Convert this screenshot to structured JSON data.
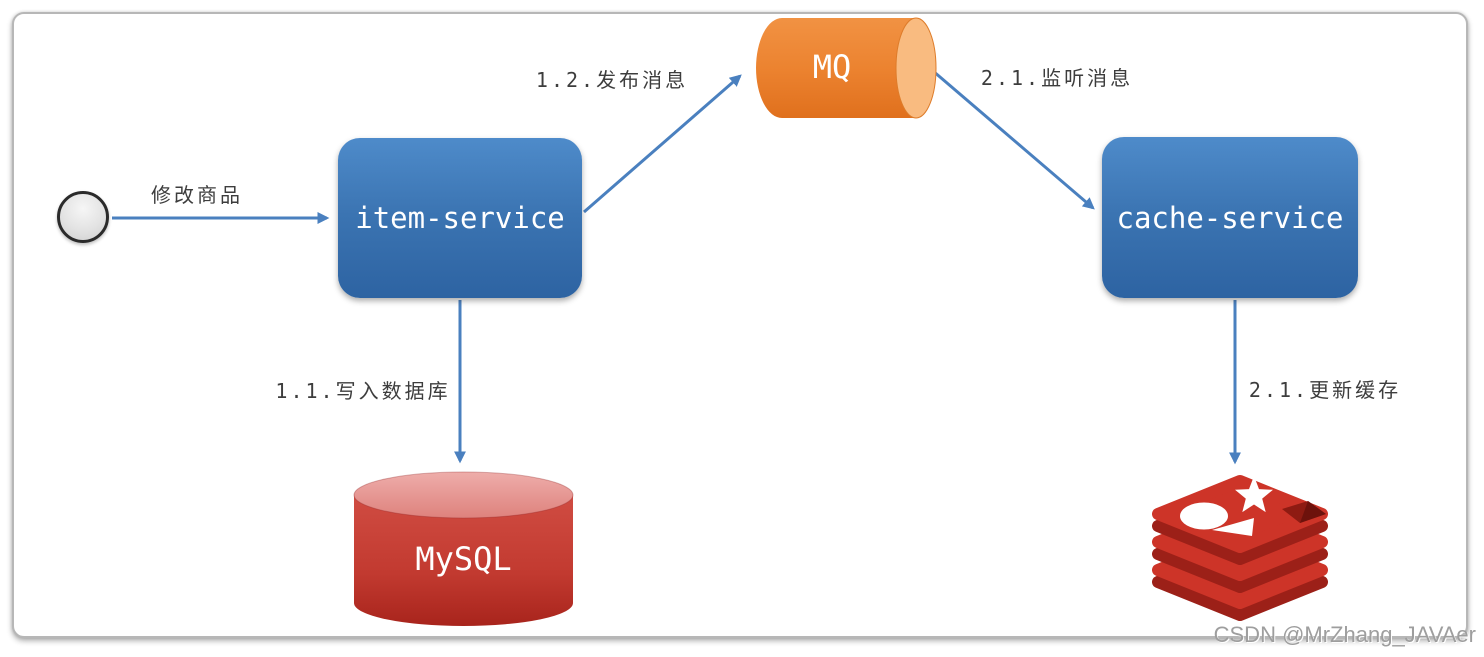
{
  "diagram": {
    "nodes": {
      "start": {
        "type": "start-circle"
      },
      "item_service": {
        "label": "item-service"
      },
      "mq": {
        "label": "MQ"
      },
      "cache_service": {
        "label": "cache-service"
      },
      "mysql": {
        "label": "MySQL"
      },
      "redis": {
        "icon": "redis-logo"
      }
    },
    "edges": [
      {
        "label": "修改商品",
        "from": "start",
        "to": "item_service"
      },
      {
        "label": "1.1.写入数据库",
        "from": "item_service",
        "to": "mysql"
      },
      {
        "label": "1.2.发布消息",
        "from": "item_service",
        "to": "mq"
      },
      {
        "label": "2.1.监听消息",
        "from": "mq",
        "to": "cache_service"
      },
      {
        "label": "2.1.更新缓存",
        "from": "cache_service",
        "to": "redis"
      }
    ],
    "colors": {
      "arrow_blue": "#4a80bf",
      "service_blue": "#3b74b2",
      "mq_orange": "#ed852f",
      "mq_cap_orange": "#f9bb80",
      "mysql_red": "#c0392b",
      "mysql_top_pink": "#eba7a3",
      "redis_red": "#cd3428",
      "redis_dark_red": "#9c2018",
      "label_gray": "#3d3d3d"
    },
    "watermark": "CSDN @MrZhang_JAVAer"
  }
}
